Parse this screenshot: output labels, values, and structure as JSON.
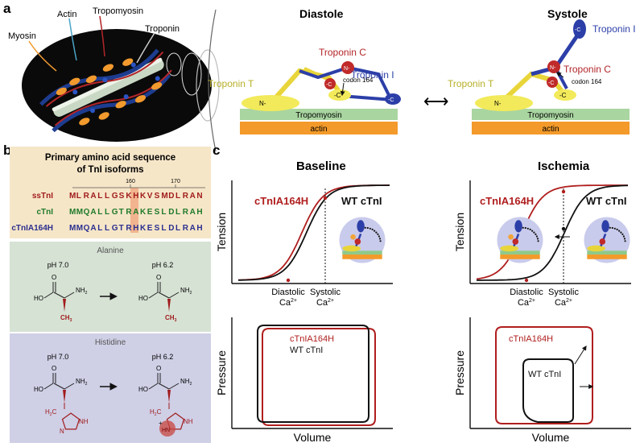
{
  "panel_a": {
    "letter": "a",
    "labels": {
      "myosin": "Myosin",
      "actin": "Actin",
      "tropomyosin": "Tropomyosin",
      "troponin": "Troponin"
    },
    "diastole": {
      "title": "Diastole",
      "troponin_c": "Troponin C",
      "troponin_i": "Troponin I",
      "troponin_t": "Troponin T",
      "codon": "codon 164",
      "tropomyosin": "Tropomyosin",
      "actin": "actin",
      "n_tnc": "N-",
      "c_tnc": "-C",
      "n_tnt": "N-",
      "c_tnt": "-C",
      "c_tni": "-C"
    },
    "systole": {
      "title": "Systole",
      "troponin_i": "Troponin I",
      "troponin_c": "Troponin C",
      "troponin_t": "Troponin T",
      "codon": "codon 164",
      "tropomyosin": "Tropomyosin",
      "actin": "actin",
      "c_tni": "-C",
      "n_tnc": "N-",
      "c_tnc": "-C",
      "n_tnt": "N-",
      "c_tnt": "-C"
    },
    "arrow": "⟷"
  },
  "panel_b": {
    "letter": "b",
    "title_line1": "Primary amino acid sequence",
    "title_line2": "of TnI isoforms",
    "ticks": [
      "160",
      "170"
    ],
    "rows": [
      {
        "name": "ssTnI",
        "seq": "MLRALLGSKHKVSMDLRAN",
        "color": "#a01c1c"
      },
      {
        "name": "cTnI",
        "seq": "MMQALLGTRAKESLDLRAH",
        "color": "#1f7a2a"
      },
      {
        "name": "cTnIA164H",
        "seq": "MMQALLGTRHKESLDLRAH",
        "color": "#2a2f8f"
      }
    ],
    "alanine": {
      "title": "Alanine",
      "ph_left": "pH 7.0",
      "ph_right": "pH 6.2",
      "o": "O",
      "ho": "HO",
      "nh2": "NH",
      "nh2_sub": "2",
      "ch3": "CH",
      "ch3_sub": "3"
    },
    "histidine": {
      "title": "Histidine",
      "ph_left": "pH 7.0",
      "ph_right": "pH 6.2",
      "o": "O",
      "ho": "HO",
      "nh2": "NH",
      "nh2_sub": "2",
      "h2c": "H",
      "h2c_sub": "2",
      "h2c_c": "C",
      "nh": "NH",
      "n": "N",
      "hn_plus": "+",
      "hn": "HN"
    },
    "colors": {
      "header_bg": "#f6e6c8",
      "alanine_bg": "#d6e2d4",
      "histidine_bg": "#cfcfe6",
      "highlight": "#f2b48e"
    }
  },
  "panel_c": {
    "letter": "c",
    "baseline": {
      "title": "Baseline",
      "mutant": "cTnIA164H",
      "wt": "WT cTnI",
      "y_tension": "Tension",
      "x_diastolic": "Diastolic",
      "x_systolic": "Systolic",
      "ca": "Ca",
      "ca_sup": "2+",
      "loop_mutant": "cTnIA164H",
      "loop_wt": "WT cTnI",
      "y_pressure": "Pressure",
      "x_volume": "Volume"
    },
    "ischemia": {
      "title": "Ischemia",
      "mutant": "cTnIA164H",
      "wt": "WT cTnI",
      "y_tension": "Tension",
      "x_diastolic": "Diastolic",
      "x_systolic": "Systolic",
      "ca": "Ca",
      "ca_sup": "2+",
      "loop_mutant": "cTnIA164H",
      "loop_wt": "WT cTnI",
      "y_pressure": "Pressure",
      "x_volume": "Volume"
    },
    "colors": {
      "mutant": "#b01e1e",
      "wt": "#111111"
    }
  }
}
